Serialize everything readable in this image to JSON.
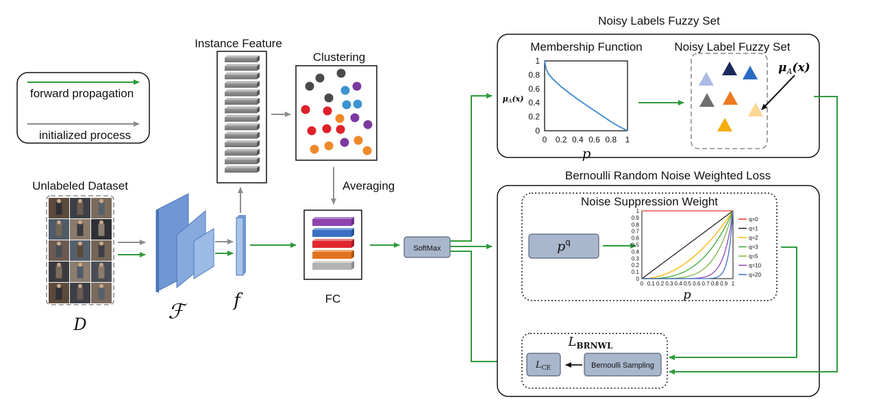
{
  "legend": {
    "forward": "forward propagation",
    "init": "initialized process"
  },
  "left": {
    "unlabeled_title": "Unlabeled Dataset",
    "dataset_symbol": "D",
    "encoder_symbol": "ℱ",
    "feature_symbol": "f",
    "instance_feature_title": "Instance Feature",
    "clustering_title": "Clustering",
    "averaging_label": "Averaging",
    "fc_label": "FC",
    "softmax_label": "SoftMax"
  },
  "fuzzy": {
    "section_title": "Noisy Labels Fuzzy Set",
    "membership_title": "Membership Function",
    "fuzzy_set_title": "Noisy Label Fuzzy Set",
    "mu_label": "μA(x)",
    "mu_axis_label": "μA(x)",
    "p_axis_label": "p",
    "x_ticks": [
      "0",
      "0.2",
      "0.4",
      "0.6",
      "0.8",
      "1"
    ],
    "y_ticks": [
      "1",
      "0.8",
      "0.6",
      "0.4",
      "0.2",
      "0"
    ]
  },
  "bernoulli": {
    "section_title": "Bernoulli Random Noise Weighted Loss",
    "nsw_title": "Noise Suppression Weight",
    "pq_label": "p",
    "pq_exp": "q",
    "p_axis_label": "p",
    "lbrnwl_base": "L",
    "lbrnwl_sub": "BRNWL",
    "lce_base": "L",
    "lce_sub": "CE",
    "sampling_label": "Bernoulli Sampling",
    "x_ticks": [
      "0",
      "0.1",
      "0.2",
      "0.3",
      "0.4",
      "0.5",
      "0.6",
      "0.7",
      "0.8",
      "0.9",
      "1"
    ],
    "y_ticks": [
      "1",
      "0.9",
      "0.8",
      "0.7",
      "0.6",
      "0.5",
      "0.4",
      "0.3",
      "0.2",
      "0.1",
      "0"
    ]
  },
  "chart_data": [
    {
      "type": "line",
      "xlabel": "p",
      "ylabel": "μA(x)",
      "xlim": [
        0,
        1
      ],
      "ylim": [
        0,
        1
      ],
      "series": [
        {
          "x": [
            0,
            0.02,
            0.05,
            0.1,
            0.2,
            0.3,
            0.4,
            0.5,
            0.6,
            0.7,
            0.8,
            0.9,
            0.95,
            1
          ],
          "y": [
            1,
            0.88,
            0.81,
            0.74,
            0.63,
            0.54,
            0.45,
            0.37,
            0.29,
            0.21,
            0.13,
            0.06,
            0.03,
            0
          ]
        }
      ],
      "color": "#4a90d0"
    },
    {
      "type": "line",
      "xlabel": "p",
      "xlim": [
        0,
        1
      ],
      "ylim": [
        0,
        1
      ],
      "series": [
        {
          "name": "q=0",
          "q": 0,
          "color": "#e5352a"
        },
        {
          "name": "q=1",
          "q": 1,
          "color": "#222222"
        },
        {
          "name": "q=2",
          "q": 2,
          "color": "#ffb000"
        },
        {
          "name": "q=3",
          "q": 3,
          "color": "#3aaa35"
        },
        {
          "name": "q=5",
          "q": 5,
          "color": "#7bb342"
        },
        {
          "name": "q=10",
          "q": 10,
          "color": "#8e44ad"
        },
        {
          "name": "q=20",
          "q": 20,
          "color": "#3a6fc4"
        }
      ]
    }
  ]
}
